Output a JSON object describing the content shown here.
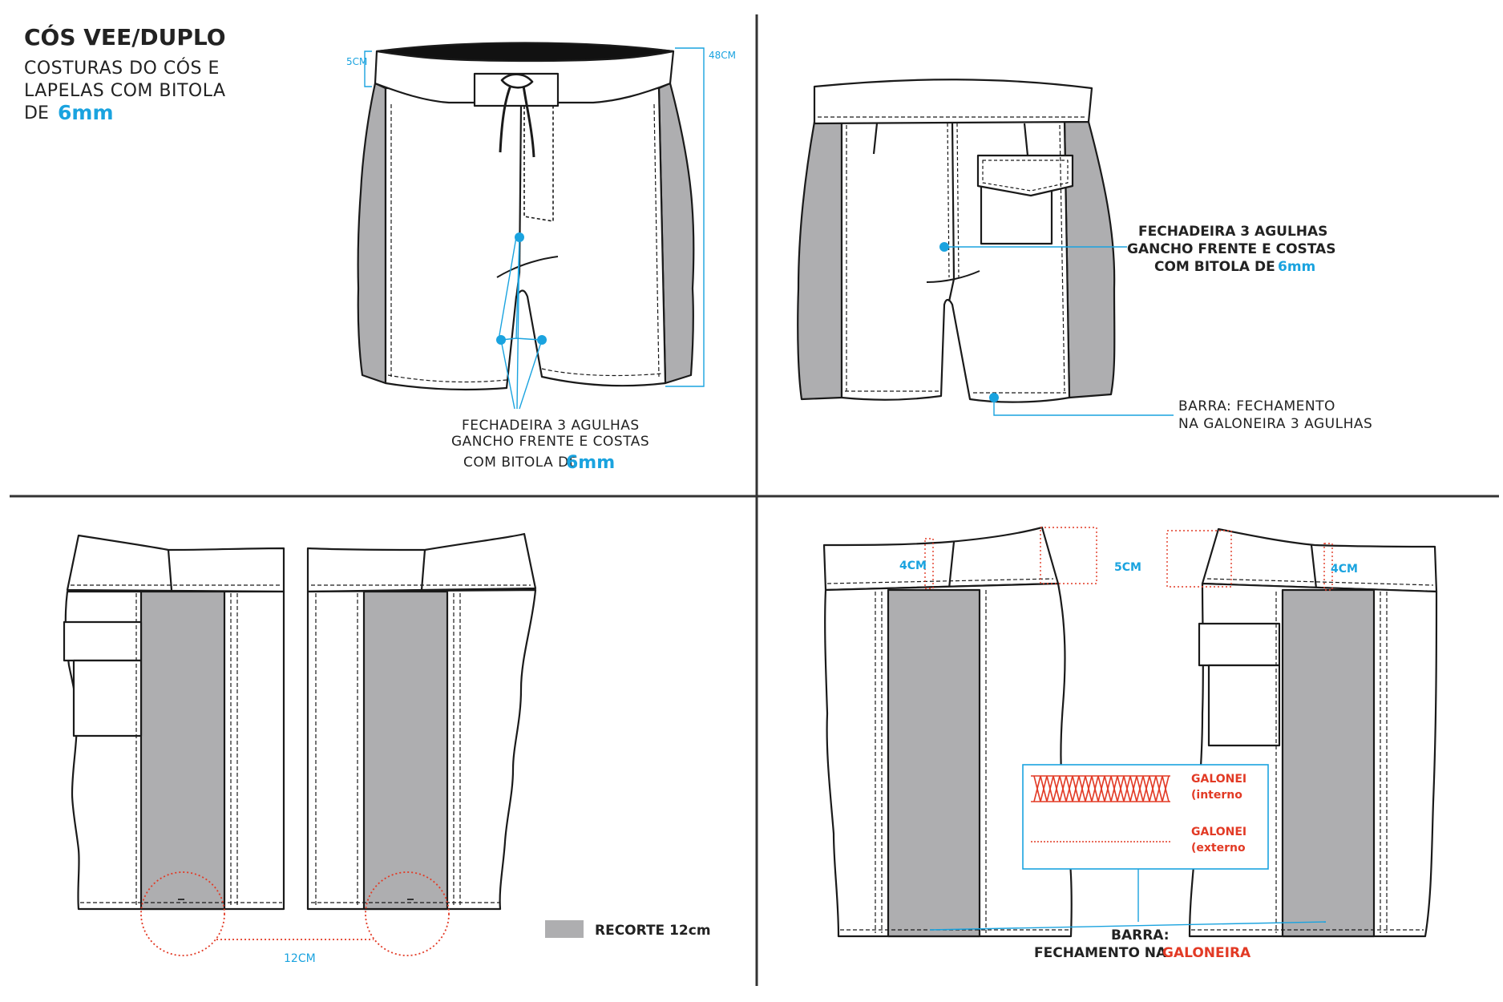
{
  "header": {
    "title": "CÓS VEE/DUPLO",
    "line1": "COSTURAS DO CÓS E",
    "line2": "LAPELAS  COM BITOLA",
    "line3_prefix": "DE",
    "line3_value": "6mm"
  },
  "front": {
    "dim_waist_height": "5CM",
    "dim_total_length": "48CM",
    "note_line1": "FECHADEIRA 3 AGULHAS",
    "note_line2": "GANCHO FRENTE E COSTAS",
    "note_line3_prefix": "COM BITOLA DE",
    "note_line3_value": "6mm"
  },
  "back": {
    "note_line1": "FECHADEIRA 3 AGULHAS",
    "note_line2": "GANCHO FRENTE E COSTAS",
    "note_line3_prefix": "COM BITOLA DE",
    "note_line3_value": "6mm",
    "hem_line1": "BARRA: FECHAMENTO",
    "hem_line2": "NA GALONEIRA 3 AGULHAS"
  },
  "sides": {
    "dim_panel_gap": "12CM",
    "legend_label": "RECORTE 12cm"
  },
  "sides_detail": {
    "dim_left_band": "4CM",
    "dim_center": "5CM",
    "dim_right_band": "4CM",
    "legend_internal_1": "GALONEI",
    "legend_internal_2": "(interno",
    "legend_external_1": "GALONEI",
    "legend_external_2": "(externo",
    "hem_line1": "BARRA:",
    "hem_line2_prefix": "FECHAMENTO NA",
    "hem_line2_accent": "GALONEIRA"
  },
  "colors": {
    "panel_gray": "#aeaeb0",
    "accent_blue": "#1aa3df",
    "accent_red": "#e23a25",
    "line": "#1a1a1a"
  }
}
